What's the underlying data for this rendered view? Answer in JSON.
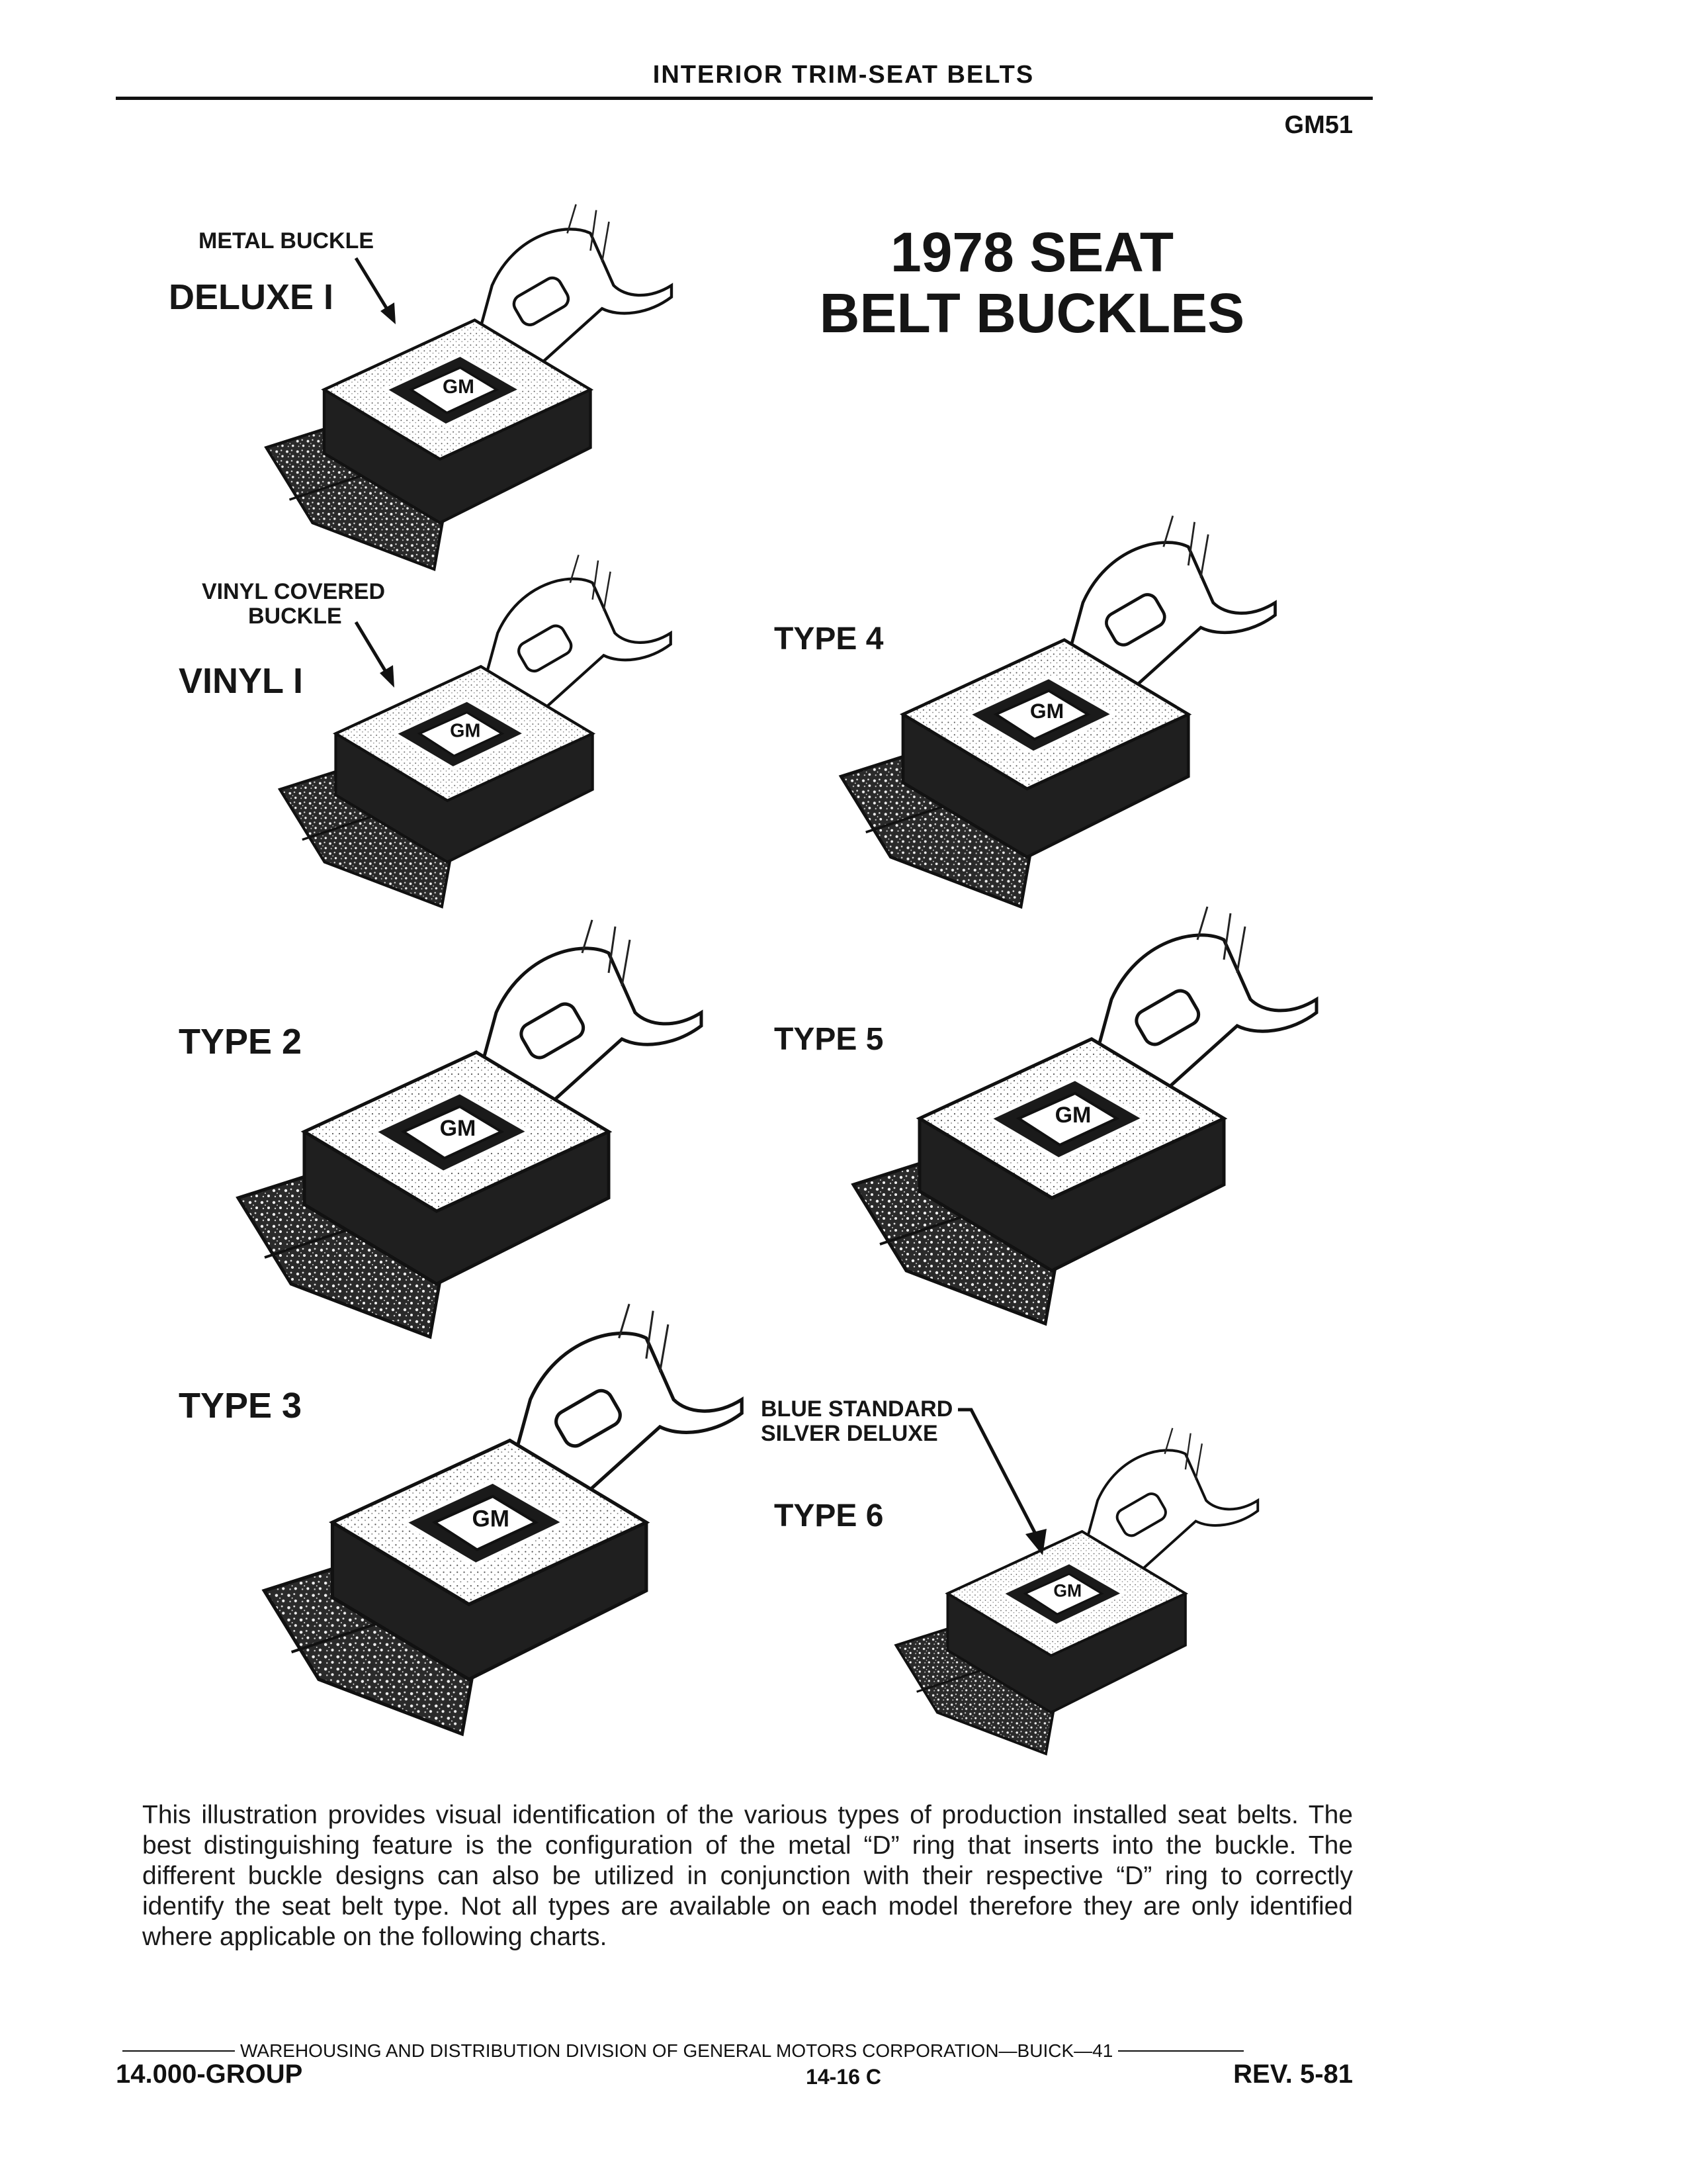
{
  "header": {
    "title": "INTERIOR TRIM-SEAT BELTS",
    "code": "GM51"
  },
  "main_title": {
    "line1": "1978 SEAT",
    "line2": "BELT BUCKLES"
  },
  "buckles": [
    {
      "id": "deluxe-1",
      "name": "DELUXE I",
      "callout": "METAL BUCKLE"
    },
    {
      "id": "vinyl-1",
      "name": "VINYL I",
      "callout_line1": "VINYL COVERED",
      "callout_line2": "BUCKLE"
    },
    {
      "id": "type-4",
      "name": "TYPE 4"
    },
    {
      "id": "type-2",
      "name": "TYPE 2"
    },
    {
      "id": "type-5",
      "name": "TYPE 5"
    },
    {
      "id": "type-3",
      "name": "TYPE 3"
    },
    {
      "id": "type-6",
      "name": "TYPE 6",
      "callout_line1": "BLUE STANDARD",
      "callout_line2": "SILVER DELUXE"
    }
  ],
  "logo_text": "GM",
  "description": "This illustration provides visual identification of the various types of production installed seat belts. The best distinguishing feature is the configuration of the metal “D” ring that inserts into the buckle. The different buckle designs can also be utilized in conjunction with their respective “D” ring to correctly identify the seat belt type. Not all types are available on each model therefore they are only identified where applicable on the following charts.",
  "footer": {
    "division": "WAREHOUSING AND DISTRIBUTION DIVISION OF GENERAL MOTORS CORPORATION—BUICK—41",
    "group": "14.000-GROUP",
    "page": "14-16 C",
    "revision": "REV. 5-81"
  }
}
